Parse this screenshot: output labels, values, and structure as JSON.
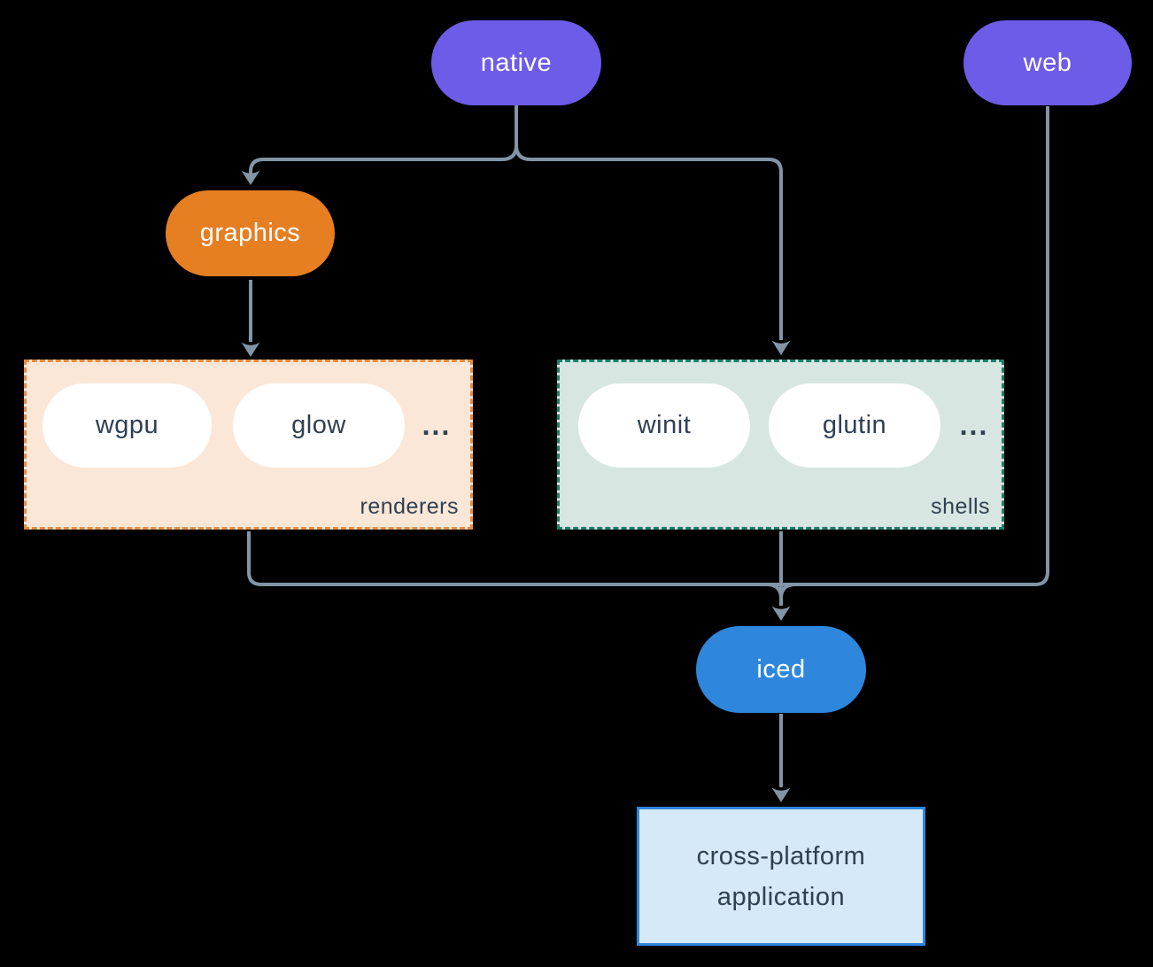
{
  "nodes": {
    "native": {
      "label": "native",
      "color": "#6c5ce7"
    },
    "web": {
      "label": "web",
      "color": "#6c5ce7"
    },
    "graphics": {
      "label": "graphics",
      "color": "#e67e22"
    },
    "wgpu": {
      "label": "wgpu",
      "color": "#ffffff"
    },
    "glow": {
      "label": "glow",
      "color": "#ffffff"
    },
    "winit": {
      "label": "winit",
      "color": "#ffffff"
    },
    "glutin": {
      "label": "glutin",
      "color": "#ffffff"
    },
    "iced": {
      "label": "iced",
      "color": "#2e87dc"
    },
    "app": {
      "line1": "cross-platform",
      "line2": "application",
      "bg": "#d6e9f8",
      "border": "#2e86de"
    }
  },
  "groups": {
    "renderers": {
      "label": "renderers",
      "ellipsis": "...",
      "bg": "#fbe7d8",
      "border": "#e98b3f"
    },
    "shells": {
      "label": "shells",
      "ellipsis": "...",
      "bg": "#d7e6e1",
      "border": "#1b7f6b"
    }
  },
  "edges": [
    {
      "from": "native",
      "to": "graphics"
    },
    {
      "from": "native",
      "to": "shells"
    },
    {
      "from": "graphics",
      "to": "renderers"
    },
    {
      "from": "renderers",
      "to": "iced"
    },
    {
      "from": "shells",
      "to": "iced"
    },
    {
      "from": "web",
      "to": "iced"
    },
    {
      "from": "iced",
      "to": "app"
    }
  ],
  "colors": {
    "background": "#000000",
    "connector": "#8295a7",
    "text_dark": "#2f4053",
    "text_light": "#ffffff"
  }
}
